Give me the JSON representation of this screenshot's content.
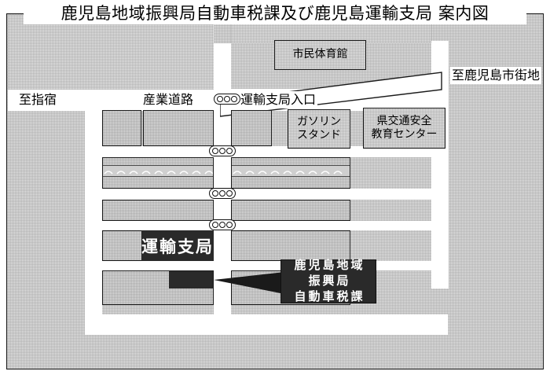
{
  "title": "鹿児島地域振興局自動車税課及び鹿児島運輸支局 案内図",
  "map": {
    "direction_labels": [
      {
        "id": "to-ibusuki",
        "text": "至指宿"
      },
      {
        "id": "to-kagoshima",
        "text": "至鹿児島市街地"
      }
    ],
    "road_labels": [
      {
        "id": "sangyo-doro",
        "text": "産業道路"
      },
      {
        "id": "unyu-entrance",
        "text": "運輸支局入口"
      }
    ],
    "buildings": [
      {
        "id": "shimin-taiikukan",
        "text": "市民体育館"
      },
      {
        "id": "gasoline-stand",
        "line1": "ガソリン",
        "line2": "スタンド"
      },
      {
        "id": "kotsu-center",
        "line1": "県交通安全",
        "line2": "教育センター"
      }
    ],
    "highlight": {
      "id": "unyu-shikyoku",
      "text": "運輸支局"
    },
    "callout": {
      "id": "jidosha-zeika",
      "line1": "鹿児島地域",
      "line2": "振興局",
      "line3": "自動車税課"
    },
    "signals": [
      {
        "id": "signal-sangyo-unyu"
      },
      {
        "id": "signal-mid-upper"
      },
      {
        "id": "signal-mid-lower"
      },
      {
        "id": "signal-unyu-front"
      }
    ],
    "colors": {
      "ink": "#1b1b1b",
      "block_fill": "#e0e0e0",
      "road_fill": "#ffffff",
      "highlight_fill": "#2a2a2a",
      "highlight_text": "#ffffff",
      "background": "#e4e4e4"
    }
  }
}
